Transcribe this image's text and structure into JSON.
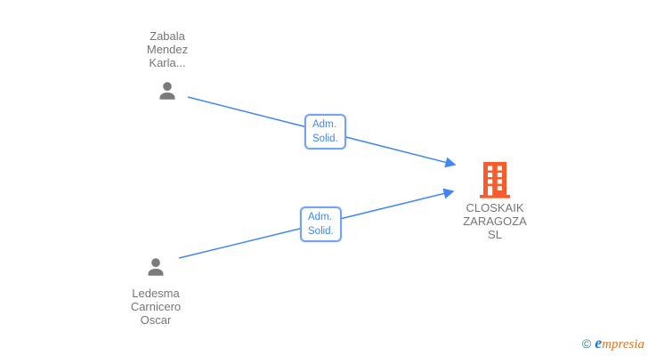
{
  "diagram": {
    "type": "corporate-relationship-graph",
    "nodes": [
      {
        "id": "person1",
        "kind": "person",
        "label_lines": [
          "Zabala",
          "Mendez",
          "Karla..."
        ]
      },
      {
        "id": "person2",
        "kind": "person",
        "label_lines": [
          "Ledesma",
          "Carnicero",
          "Oscar"
        ]
      },
      {
        "id": "company",
        "kind": "company",
        "label_lines": [
          "CLOSKAIK",
          "ZARAGOZA",
          "SL"
        ]
      }
    ],
    "edges": [
      {
        "from": "person1",
        "to": "company",
        "label_lines": [
          "Adm.",
          "Solid."
        ]
      },
      {
        "from": "person2",
        "to": "company",
        "label_lines": [
          "Adm.",
          "Solid."
        ]
      }
    ]
  },
  "colors": {
    "edge_blue": "#4285f4",
    "edge_label_border": "#73a3f2",
    "edge_label_text": "#4285f4",
    "person_gray": "#7b7b7b",
    "node_text_gray": "#757575",
    "building_orange": "#f95b2b",
    "building_window": "#ffffff",
    "logo_copyright_teal": "#3a7e8f",
    "logo_e_blue": "#1c7ad4",
    "logo_rest_orange": "#e0761f",
    "background": "#ffffff"
  },
  "watermark": {
    "copyright": "©",
    "brand_first": "e",
    "brand_rest": "mpresia"
  }
}
